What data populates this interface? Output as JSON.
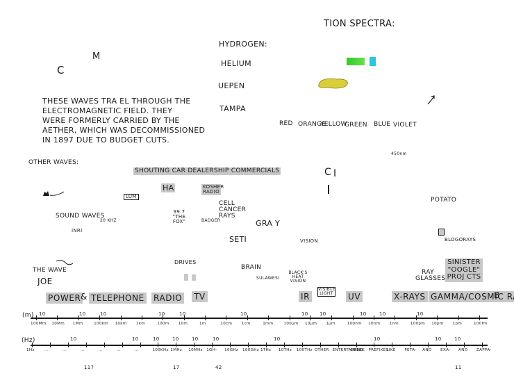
{
  "header": {
    "title": "TION SPECTRA:",
    "letter_c": "C",
    "letter_m": "M"
  },
  "spectra": [
    {
      "label": "HYDROGEN:"
    },
    {
      "label": "HELIUM"
    },
    {
      "label": "UEPEN"
    },
    {
      "label": "TAMPA"
    }
  ],
  "colors": {
    "helium_green": "#2ecc2e",
    "helium_cyan": "#2ac8e0",
    "blob_yellow": "#d8cf3a",
    "band_gray": "#c8c8c8"
  },
  "visible_colors": [
    "RED",
    "ORANGE",
    "YELLOW",
    "GREEN",
    "BLUE",
    "VIOLET"
  ],
  "wavelength_mark": "450nm",
  "description": "THESE WAVES TRA EL THROUGH THE ELECTROMAGNETIC FIELD. THEY WERE FORMERLY CARRIED BY THE AETHER, WHICH WAS DECOMMISSIONED IN 1897 DUE TO BUDGET CUTS.",
  "description_lines": [
    "THESE WAVES TRA EL THROUGH THE",
    "ELECTROMAGNETIC FIELD. THEY",
    "WERE FORMERLY CARRIED BY THE",
    "AETHER, WHICH WAS DECOMMISSIONED",
    "IN 1897 DUE TO BUDGET CUTS."
  ],
  "other_waves": {
    "heading": "OTHER WAVES:",
    "shouting": "SHOUTING CAR DEALERSHIP COMMERCIALS",
    "ha": "HA",
    "kosher_radio": "KOSHER RADIO",
    "cell_cancer_rays": "CELL CANCER RAYS",
    "sound_waves": "SOUND WAVES",
    "khz": "20 KHZ",
    "fox": "99.7 \"THE FOX\"",
    "badger": "BADGER",
    "gray": "GRA Y",
    "seti": "SETI",
    "vision": "VISION",
    "blogorays": "BLOGORAYS",
    "potato": "POTATO",
    "the_wave": "THE WAVE",
    "joe": "JOE",
    "drives": "DRIVES",
    "brain": "BRAIN",
    "sulawesi": "SULAWESI",
    "blacks_heat_vision": "BLACK'S HEAT VISION",
    "visible_light": "VISIBLE LIGHT",
    "ray_glasses": "RAY GLASSES",
    "sinister_google_projects": "SINISTER \"OOGLE\" PROJ CTS",
    "lum": "LUM",
    "inri": "INRI",
    "c_mark": "C",
    "i_mark": "I"
  },
  "bands": [
    "POWER",
    "&",
    "TELEPHONE",
    "RADIO",
    "TV",
    "IR",
    "UV",
    "X-RAYS",
    "GAMMA/COSMIC RAYS",
    "B"
  ],
  "wavelength_axis": {
    "unit": "(m)",
    "exponents": [
      "10",
      "10",
      "10",
      "10",
      "10",
      "10",
      "10",
      "10",
      "10",
      "10",
      "10"
    ],
    "tick_labels": [
      "100Mm",
      "10Mm",
      "1Mm",
      "100km",
      "10km",
      "1km",
      "100m",
      "10m",
      "1m",
      "10cm",
      "1cm",
      "1mm",
      "100μm",
      "10μm",
      "1μm",
      "100nm",
      "10nm",
      "1nm",
      "100pm",
      "10pm",
      "1pm",
      "100fm"
    ]
  },
  "frequency_axis": {
    "unit": "(Hz)",
    "exponents": [
      "10",
      "10",
      "10",
      "10",
      "10",
      "10",
      "10",
      "10",
      "10",
      "10"
    ],
    "tick_labels": [
      "1Hz",
      "...",
      "...",
      "...",
      "...",
      "...",
      "...",
      "100KHz",
      "1MHz",
      "10MHz",
      "1GH-",
      "10GHz",
      "100GHz",
      "1THz",
      "10THz",
      "100THz",
      "OTHER",
      "ENTERTAINING",
      "GREEK",
      "PREFIXES",
      "LIKE",
      "PETA-",
      "AND",
      "EXA-",
      "AND",
      "ZAPPA-"
    ]
  },
  "bottom_numbers": [
    "117",
    "17",
    "42",
    "11"
  ]
}
